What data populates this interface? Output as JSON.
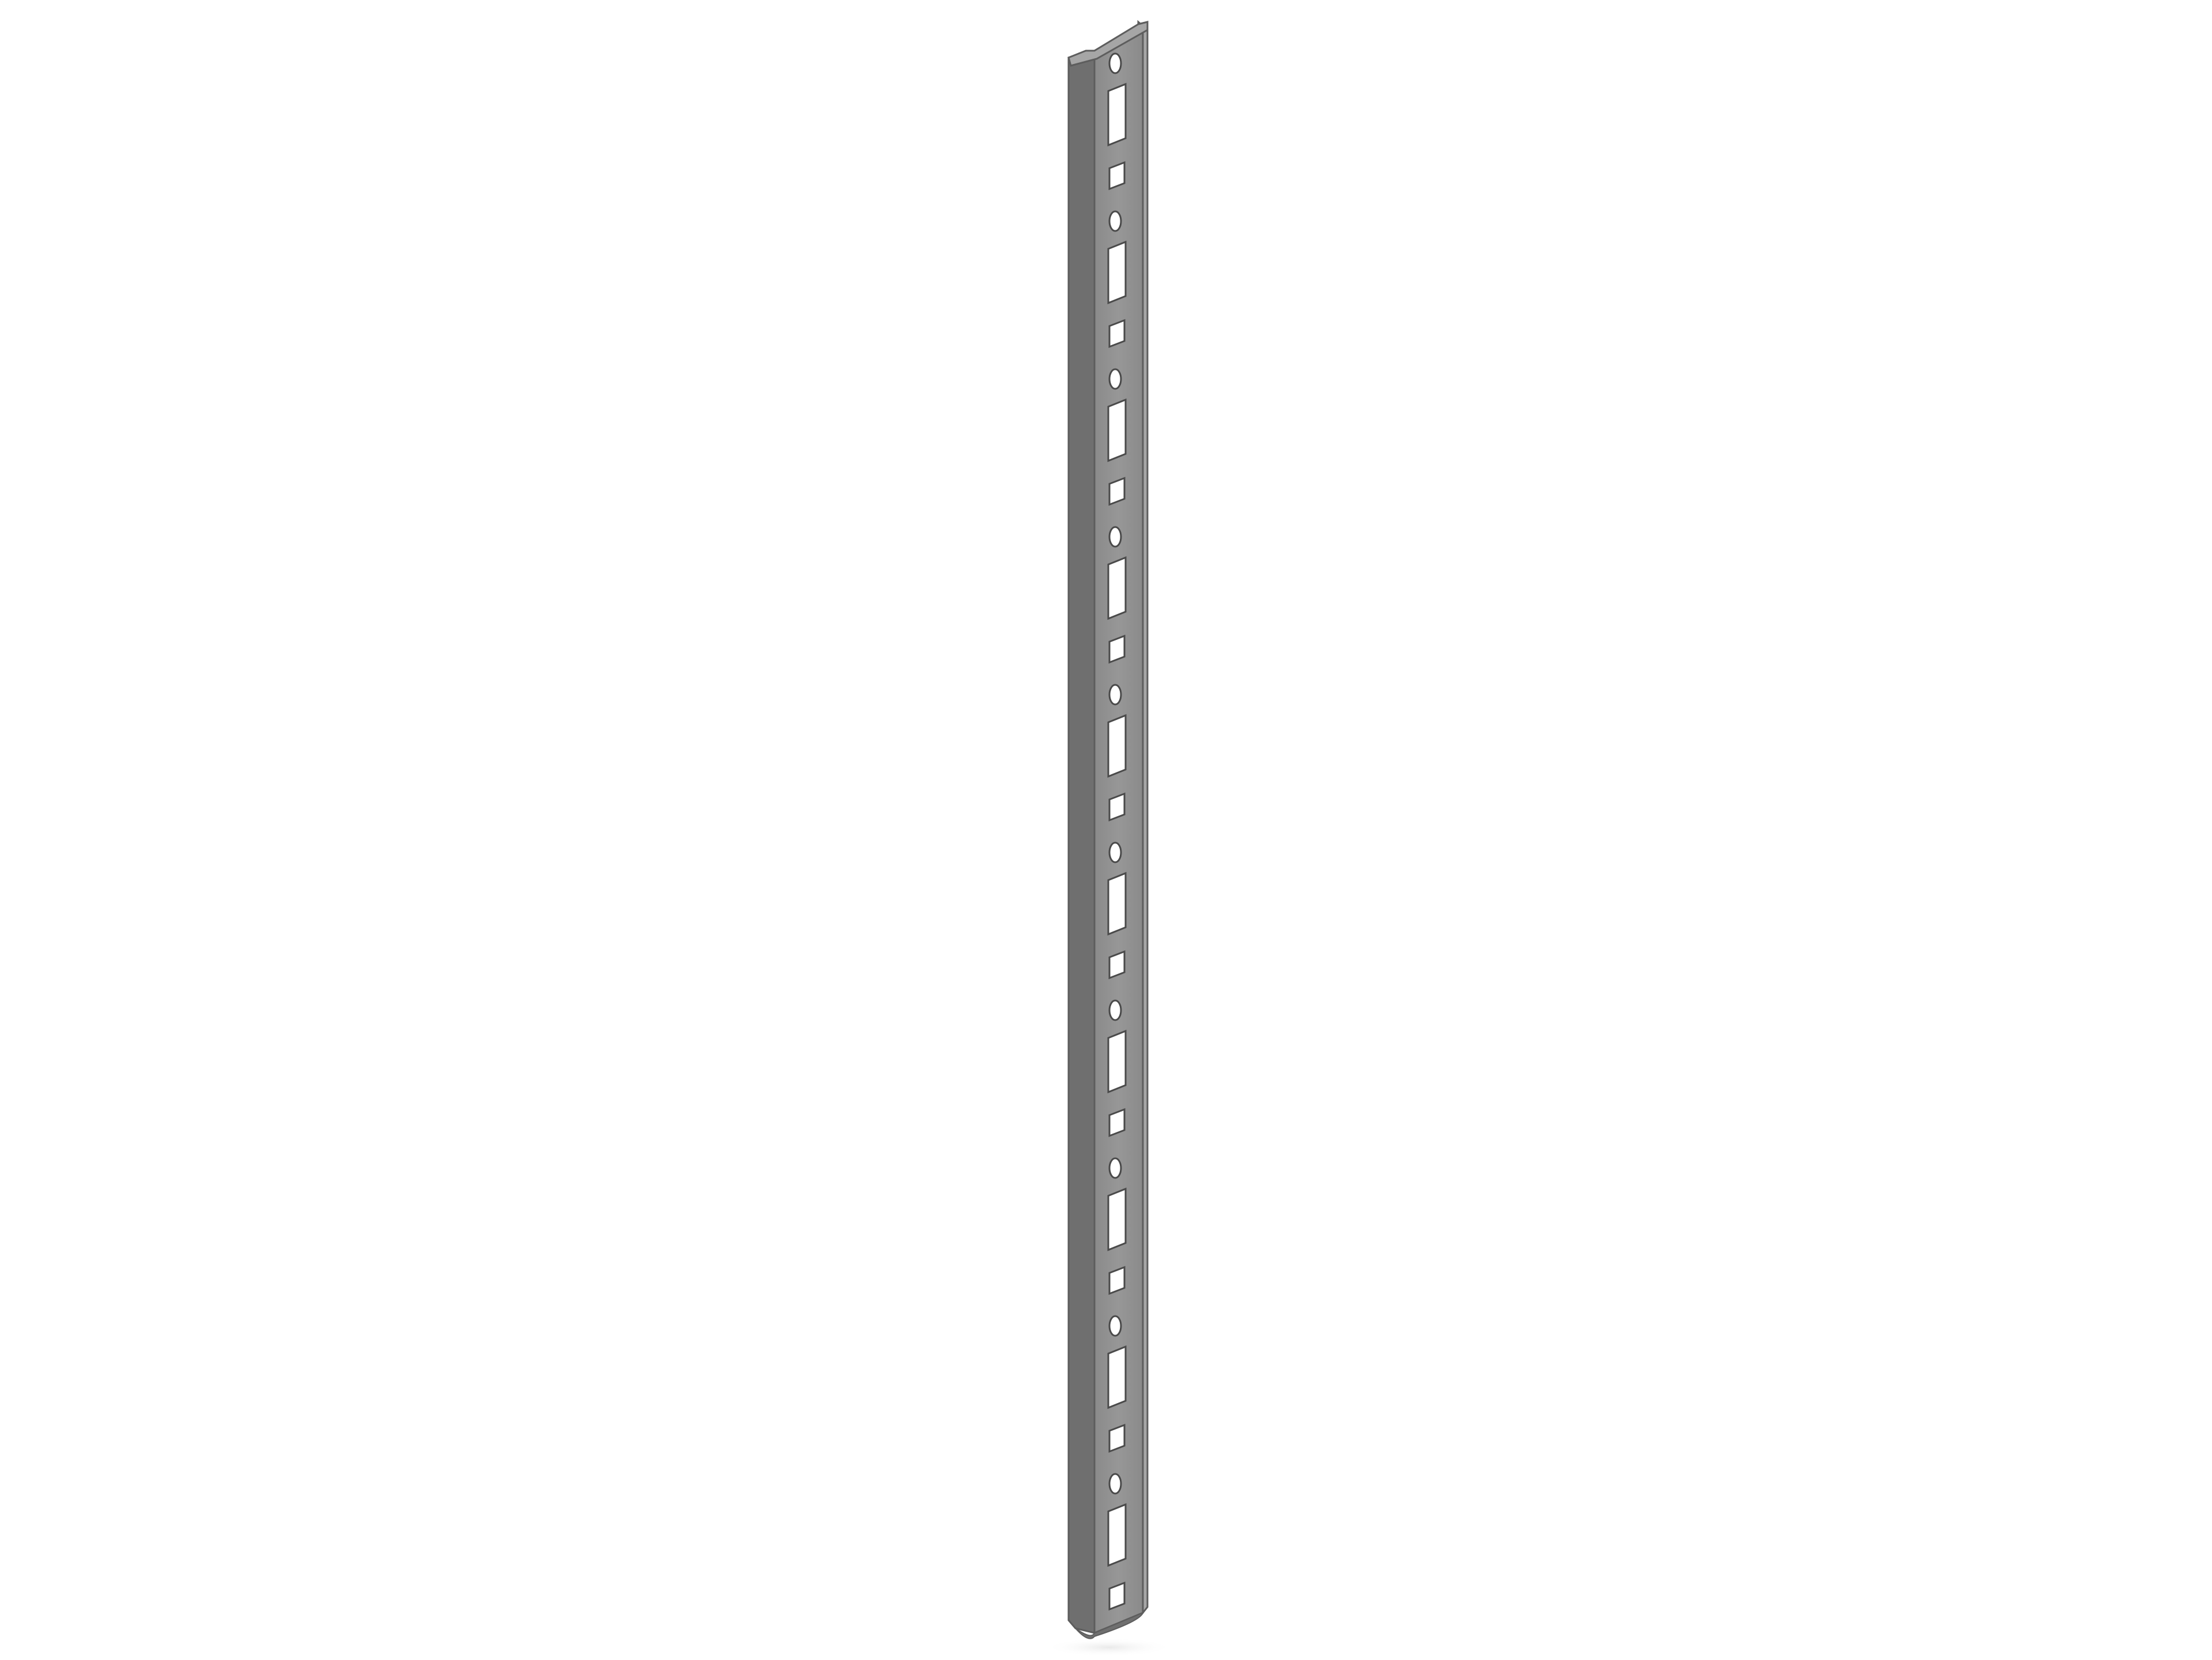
{
  "scene": {
    "subject": "perforated-steel-upright-channel",
    "colors": {
      "background": "#ffffff",
      "face": "#8a8a8a",
      "face_light": "#979797",
      "side": "#6f6f6f",
      "edge": "#5d5d5d",
      "lip": "#a6a6a6",
      "hole": "#ffffff",
      "hole_shade": "#4a4a4a",
      "shadow": "#e9e9e9"
    },
    "hole_groups": 10,
    "hole_pattern": [
      "teardrop",
      "long-slot",
      "short-slot"
    ]
  }
}
